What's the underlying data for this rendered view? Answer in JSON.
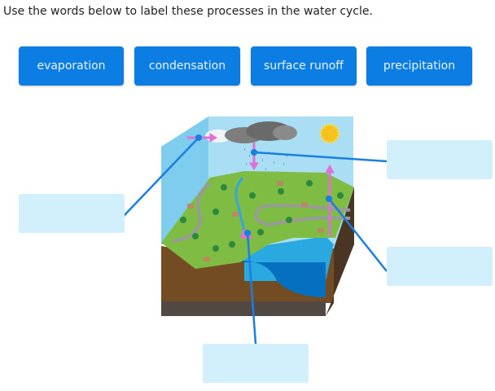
{
  "instruction": "Use the words below to label these processes in the water cycle.",
  "word_bank": [
    {
      "label": "evaporation"
    },
    {
      "label": "condensation"
    },
    {
      "label": "surface runoff"
    },
    {
      "label": "precipitation"
    }
  ],
  "diagram": {
    "subject": "water cycle landscape block",
    "drop_zones": [
      {
        "target": "condensation-arrow",
        "value": ""
      },
      {
        "target": "precipitation-arrow",
        "value": ""
      },
      {
        "target": "evaporation-arrow",
        "value": ""
      },
      {
        "target": "runoff-point",
        "value": ""
      }
    ]
  },
  "colors": {
    "button": "#0b7de3",
    "drop_zone": "#d2f0fc",
    "leader_line": "#1a7fe0",
    "arrow": "#e070d8"
  }
}
